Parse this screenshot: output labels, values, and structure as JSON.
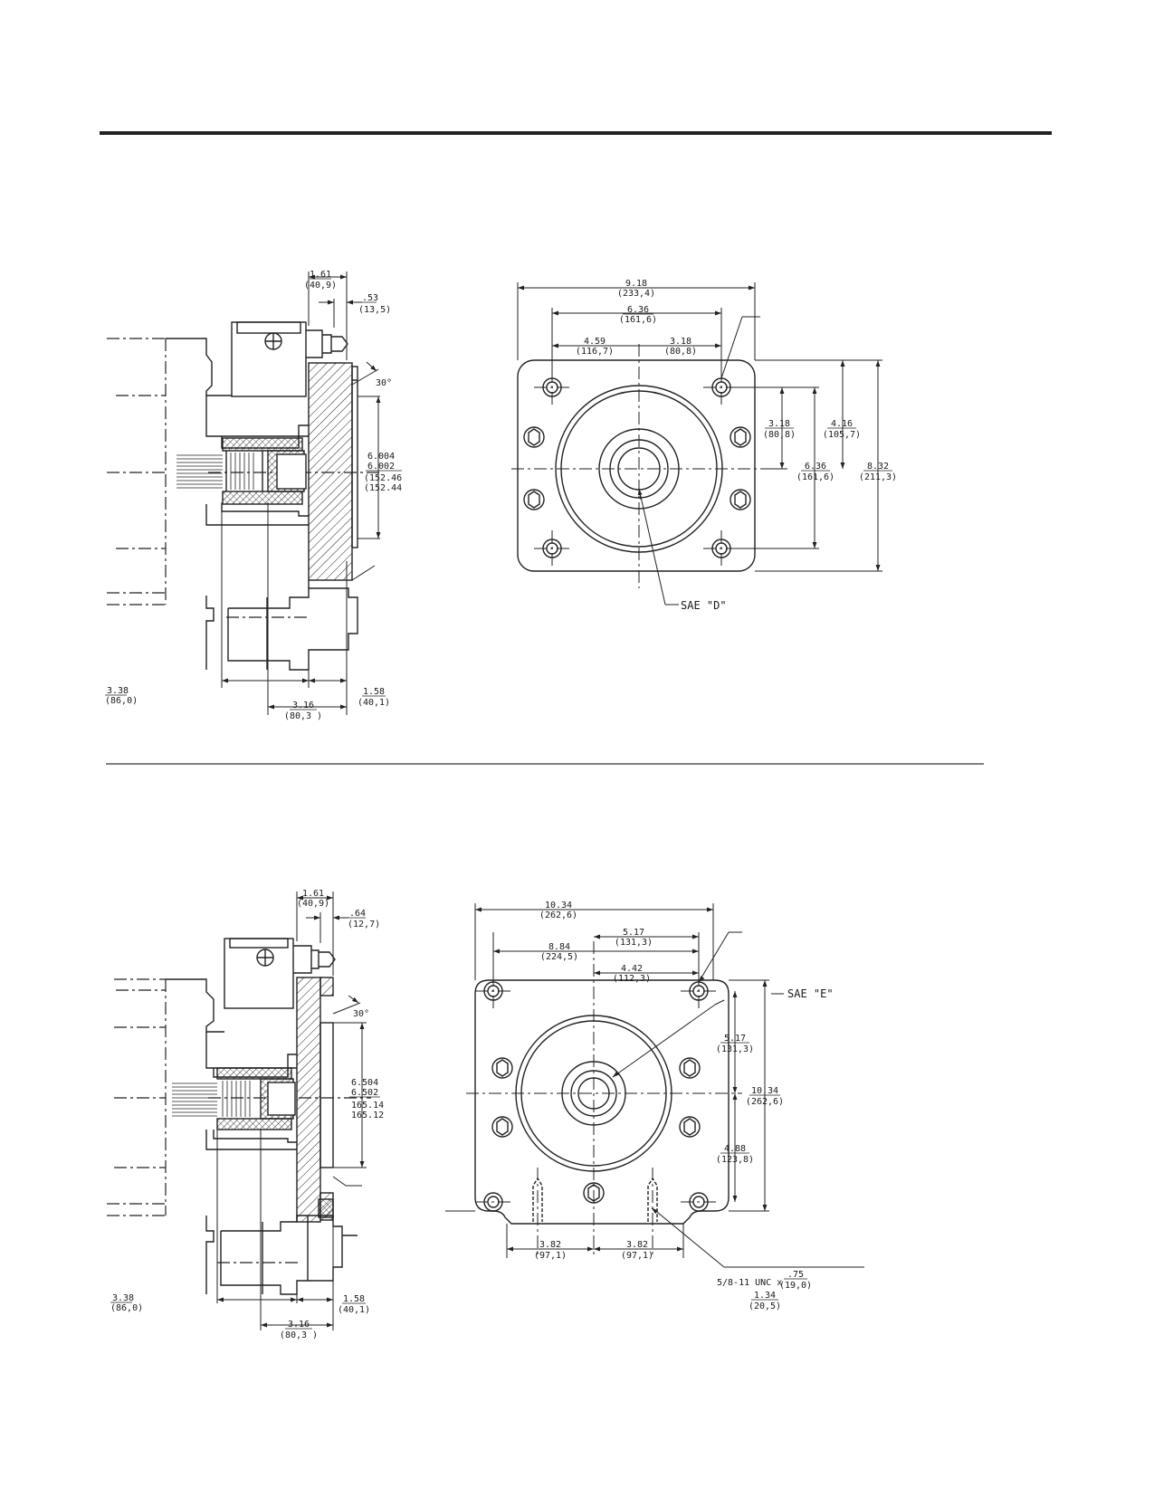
{
  "drawing_top": {
    "side": {
      "d1": [
        "1.61",
        "(40,9)"
      ],
      "d2": [
        ".53",
        "(13,5)"
      ],
      "angle": "30°",
      "pilot": [
        "6.004",
        "6.002",
        "(152.46",
        "(152.44"
      ],
      "d3": [
        "3.38",
        "(86,0)"
      ],
      "d4": [
        "3.16",
        "(80,3 )"
      ],
      "d5": [
        "1.58",
        "(40,1)"
      ]
    },
    "front": {
      "w_total": [
        "9.18",
        "(233,4)"
      ],
      "w_bolt": [
        "6.36",
        "(161,6)"
      ],
      "w_left": [
        "4.59",
        "(116,7)"
      ],
      "w_right": [
        "3.18",
        "(80,8)"
      ],
      "h_half": [
        "3.18",
        "(80,8)"
      ],
      "h_off": [
        "4.16",
        "(105,7)"
      ],
      "h_bolt": [
        "6.36",
        "(161,6)"
      ],
      "h_total": [
        "8.32",
        "(211,3)"
      ],
      "callout": "SAE \"D\""
    }
  },
  "drawing_bottom": {
    "side": {
      "d1": [
        "1.61",
        "(40,9)"
      ],
      "d2": [
        ".64",
        "(12,7)"
      ],
      "angle": "30°",
      "pilot": [
        "6.504",
        "6.502",
        "165.14",
        "165.12"
      ],
      "d3": [
        "3.38",
        "(86,0)"
      ],
      "d4": [
        "3.16",
        "(80,3 )"
      ],
      "d5": [
        "1.58",
        "(40,1)"
      ]
    },
    "front": {
      "w_total": [
        "10.34",
        "(262,6)"
      ],
      "w_half": [
        "5.17",
        "(131,3)"
      ],
      "w_bolt": [
        "8.84",
        "(224,5)"
      ],
      "w_bolt_half": [
        "4.42",
        "(112,3)"
      ],
      "h_upper": [
        "5.17",
        "(131,3)"
      ],
      "h_total": [
        "10.34",
        "(262,6)"
      ],
      "h_lower": [
        "4.88",
        "(123,8)"
      ],
      "b_left": [
        "3.82",
        "(97,1)"
      ],
      "b_right": [
        "3.82",
        "(97,1)"
      ],
      "callout": "SAE \"E\"",
      "thread": "5/8-11 UNC x",
      "thread_depth": [
        ".75",
        "(19,0)"
      ],
      "thread_drill": [
        "1.34",
        "(20,5)"
      ]
    }
  }
}
